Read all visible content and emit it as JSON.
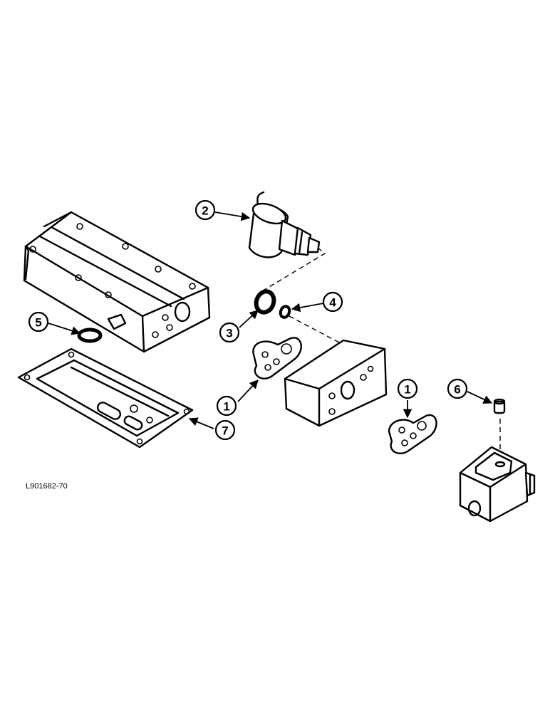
{
  "figure_code": "L901682-70",
  "callouts": [
    {
      "id": "callout-2",
      "label": "2"
    },
    {
      "id": "callout-3",
      "label": "3"
    },
    {
      "id": "callout-4",
      "label": "4"
    },
    {
      "id": "callout-5",
      "label": "5"
    },
    {
      "id": "callout-1a",
      "label": "1"
    },
    {
      "id": "callout-1b",
      "label": "1"
    },
    {
      "id": "callout-6",
      "label": "6"
    },
    {
      "id": "callout-7",
      "label": "7"
    }
  ]
}
